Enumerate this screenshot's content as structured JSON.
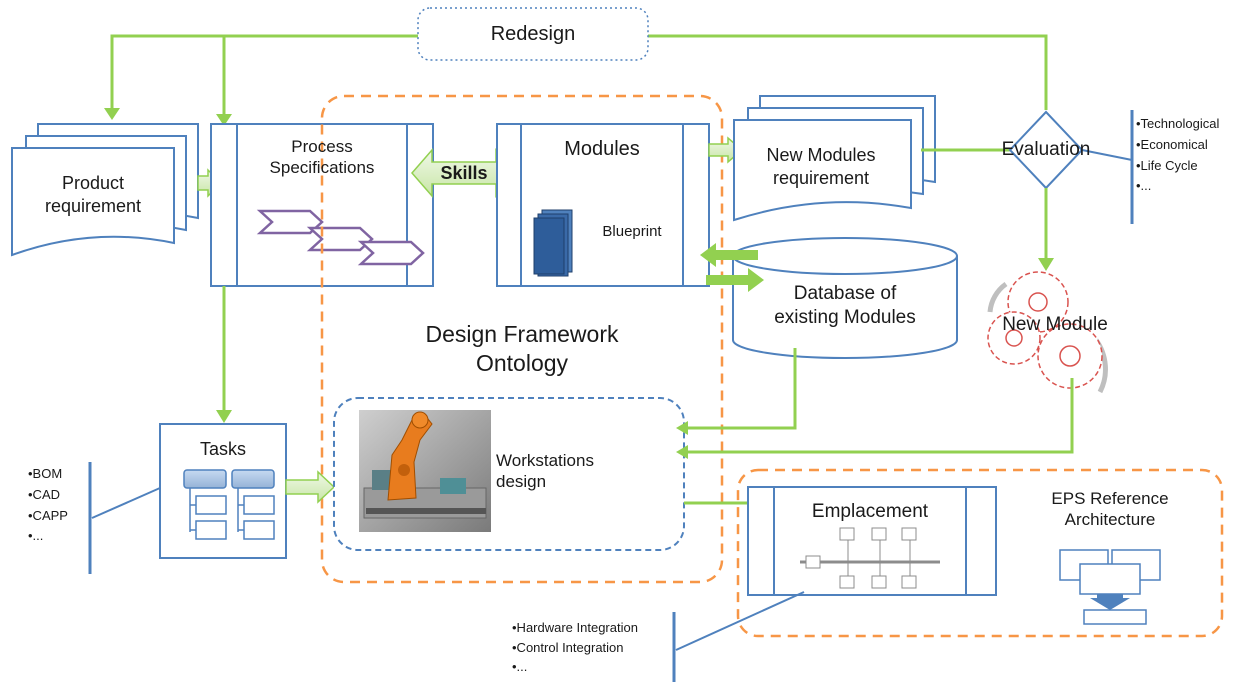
{
  "redesign": "Redesign",
  "product_requirement": "Product\nrequirement",
  "process_specifications": "Process\nSpecifications",
  "skills": "Skills",
  "modules": "Modules",
  "blueprint": "Blueprint",
  "new_modules_requirement": "New Modules\nrequirement",
  "evaluation": "Evaluation",
  "evaluation_criteria": "•Technological\n•Economical\n•Life Cycle\n•...",
  "database": "Database of\nexisting Modules",
  "design_framework": "Design Framework\nOntology",
  "new_module": "New Module",
  "tasks": "Tasks",
  "task_outputs": "•BOM\n•CAD\n•CAPP\n•...",
  "workstations_design": "Workstations\ndesign",
  "emplacement": "Emplacement",
  "eps_reference": "EPS Reference\nArchitecture",
  "integration_items": "•Hardware Integration\n•Control Integration\n•...",
  "colors": {
    "green": "#92d050",
    "blue": "#4f81bd",
    "orange": "#f79646",
    "purple": "#8064a2",
    "red": "#d9534f"
  }
}
